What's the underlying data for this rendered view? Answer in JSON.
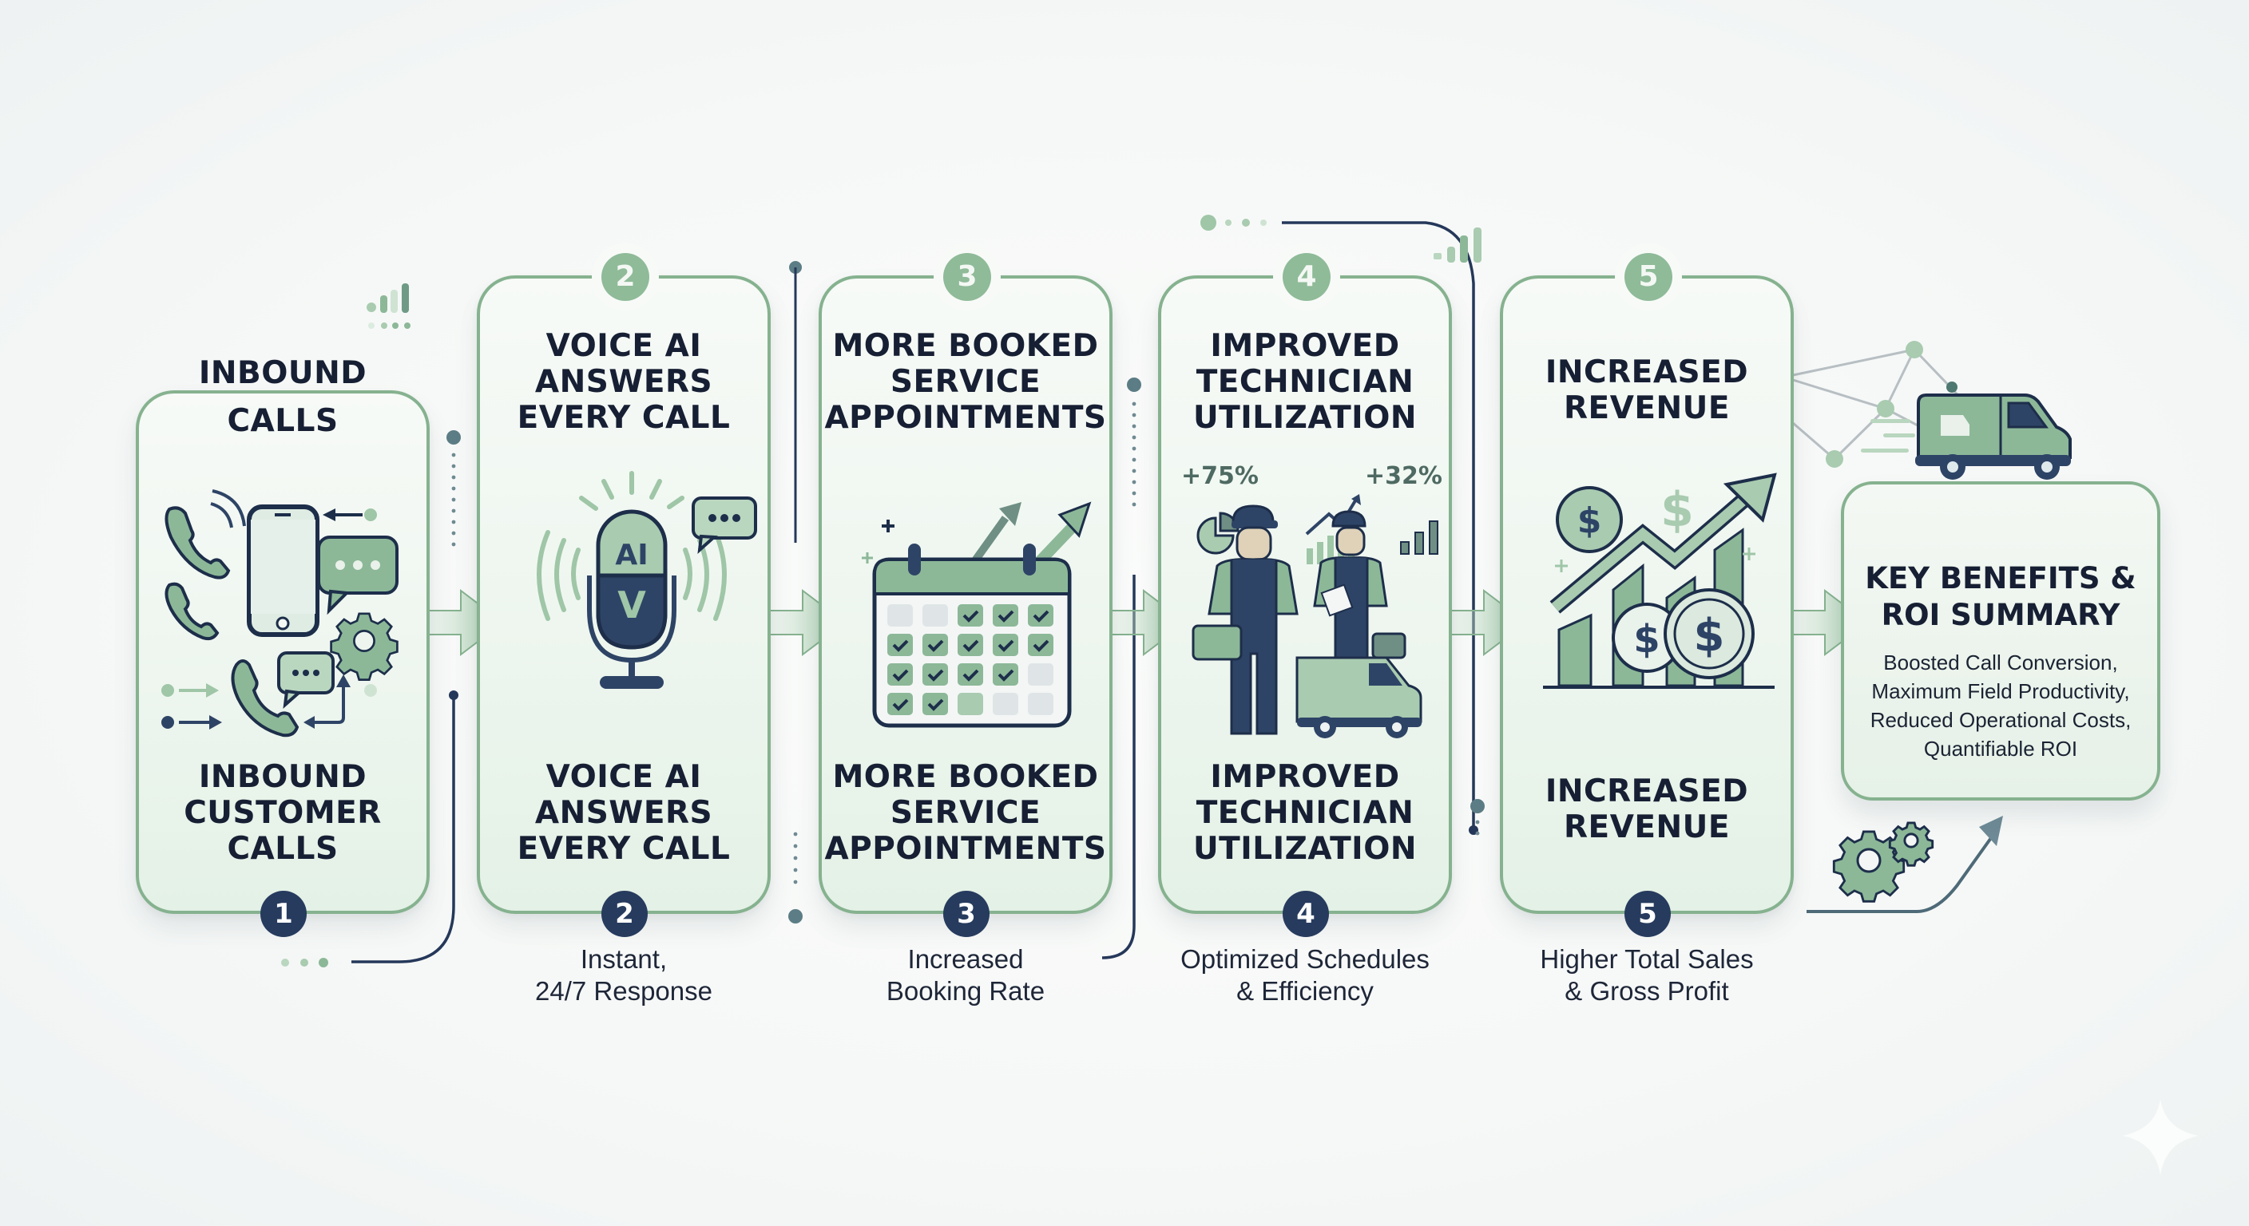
{
  "colors": {
    "accent_green": "#86b28f",
    "light_green": "#cfe4d2",
    "navy": "#263b5e",
    "text_dark": "#161f33",
    "background": "#f6f8f7"
  },
  "steps": [
    {
      "number": "1",
      "top_title": "INBOUND\nCALLS",
      "bottom_title": "INBOUND\nCUSTOMER\nCALLS",
      "caption": "",
      "icon": "phone-calls-cluster-icon"
    },
    {
      "number": "2",
      "top_title": "VOICE AI\nANSWERS\nEVERY CALL",
      "bottom_title": "VOICE AI\nANSWERS\nEVERY CALL",
      "caption": "Instant,\n24/7 Response",
      "icon": "ai-microphone-icon",
      "icon_text_top": "AI",
      "icon_text_bottom": "V"
    },
    {
      "number": "3",
      "top_title": "MORE BOOKED\nSERVICE\nAPPOINTMENTS",
      "bottom_title": "MORE BOOKED\nSERVICE\nAPPOINTMENTS",
      "caption": "Increased\nBooking Rate",
      "icon": "calendar-checks-icon",
      "calendar_grid": [
        [
          "empty",
          "empty",
          "check",
          "check",
          "check"
        ],
        [
          "check",
          "check",
          "check",
          "check",
          "check"
        ],
        [
          "check",
          "check",
          "check",
          "check",
          "empty"
        ],
        [
          "check",
          "check",
          "green",
          "empty",
          "empty"
        ]
      ]
    },
    {
      "number": "4",
      "top_title": "IMPROVED\nTECHNICIAN\nUTILIZATION",
      "bottom_title": "IMPROVED\nTECHNICIAN\nUTILIZATION",
      "caption": "Optimized Schedules\n& Efficiency",
      "icon": "technicians-van-icon",
      "stat_left": "+75%",
      "stat_right": "+32%"
    },
    {
      "number": "5",
      "top_title": "INCREASED\nREVENUE",
      "bottom_title": "INCREASED\nREVENUE",
      "caption": "Higher Total Sales\n& Gross Profit",
      "icon": "revenue-growth-icon",
      "currency_symbol": "$"
    }
  ],
  "summary": {
    "title": "KEY BENEFITS &\nROI SUMMARY",
    "body": "Boosted Call Conversion,\nMaximum Field Productivity,\nReduced Operational Costs,\nQuantifiable ROI"
  }
}
